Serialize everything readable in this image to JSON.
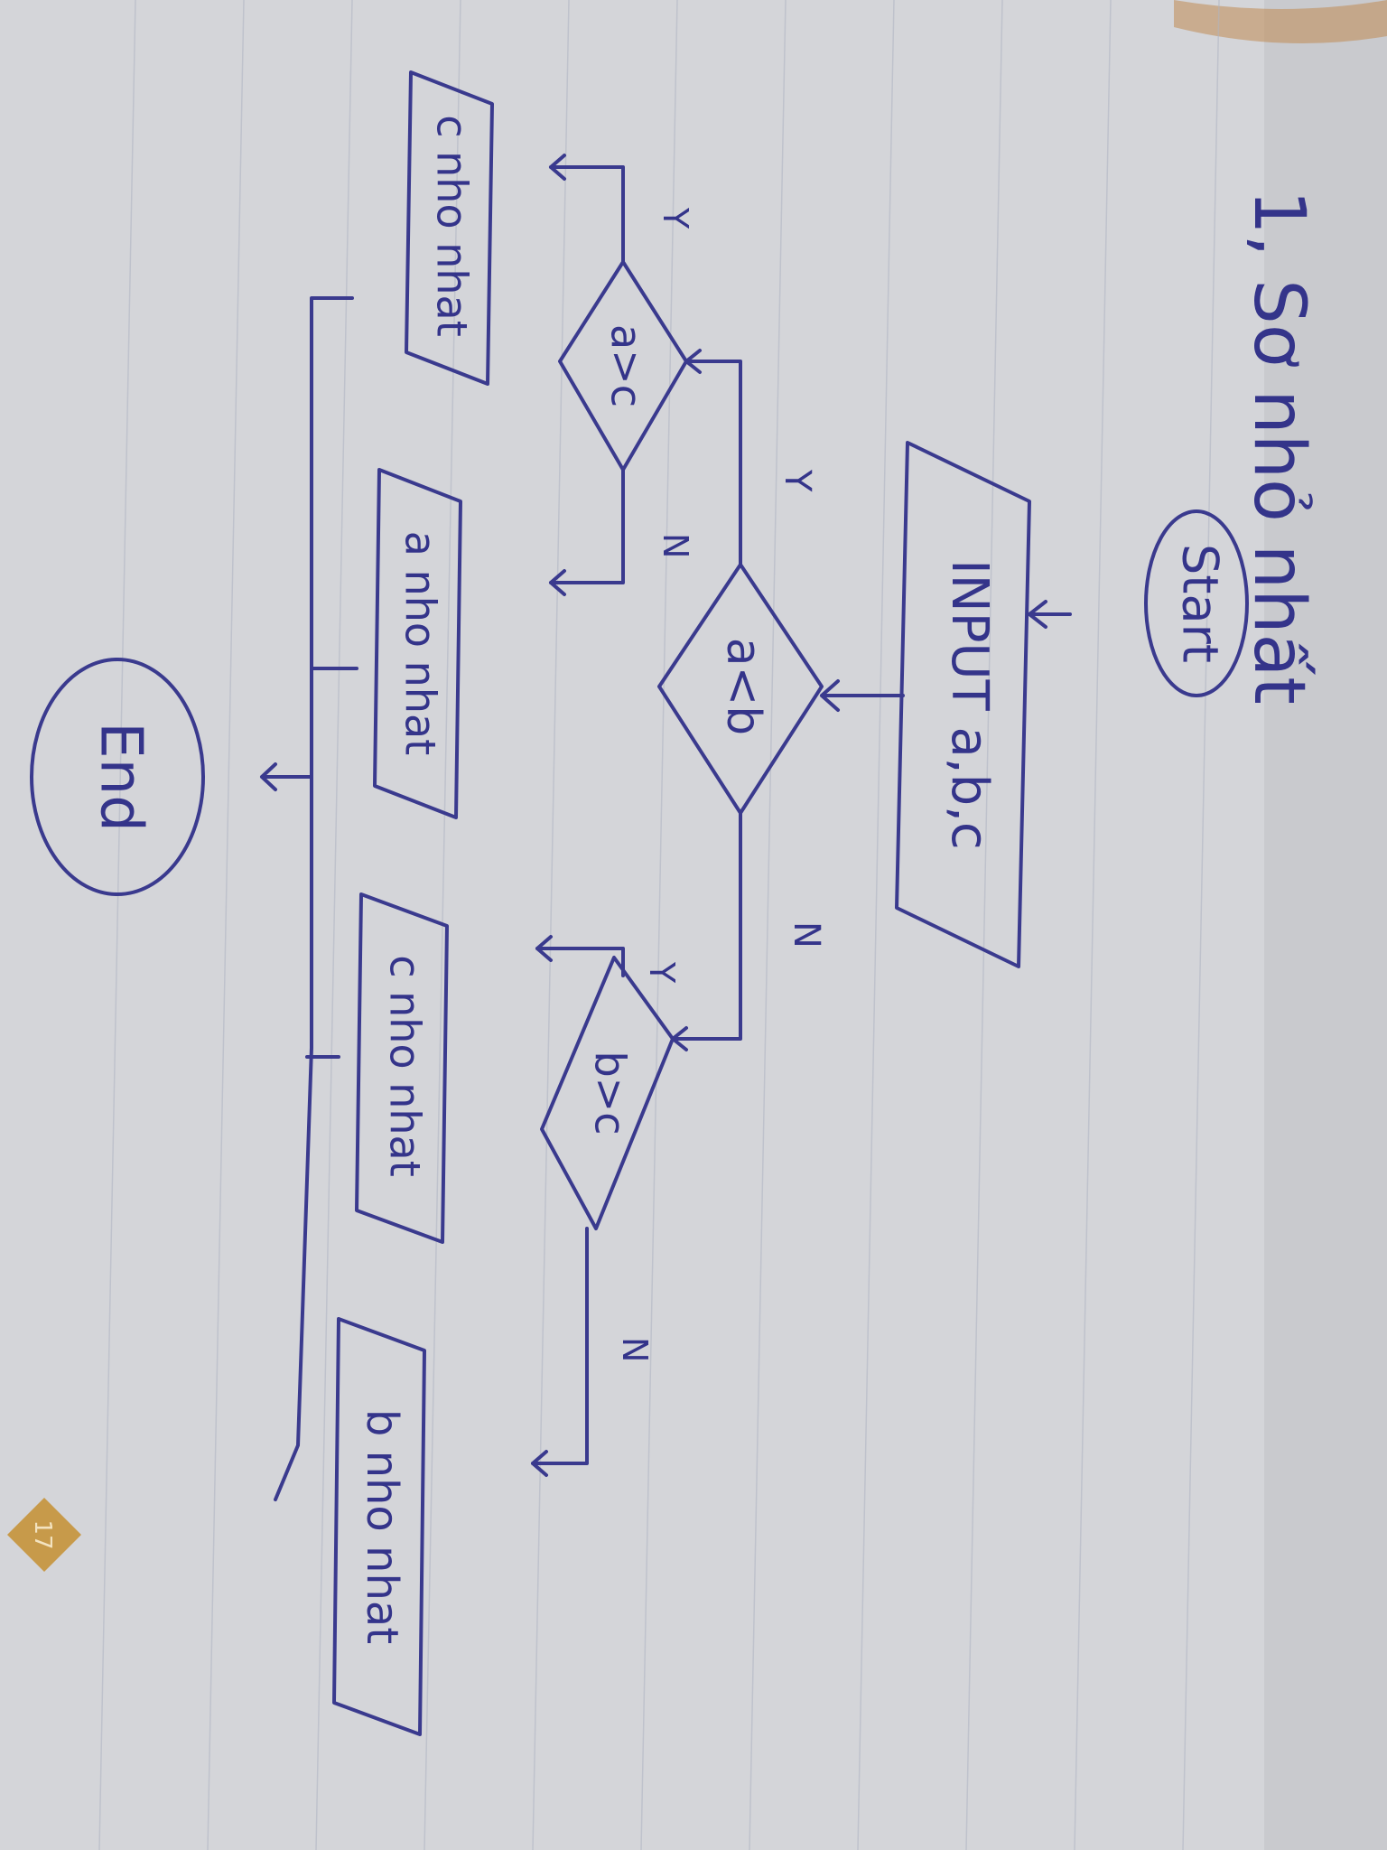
{
  "page": {
    "heading": "1, Sơ nhỏ nhất",
    "page_badge": "17",
    "background_color": "#d6d7da",
    "ink_color": "#3a3a8e",
    "badge_color": "#c79a4a"
  },
  "flowchart": {
    "start": "Start",
    "input": "INPUT a,b,c",
    "decision_1": "a<b",
    "decision_2": "a>c",
    "decision_3": "b>c",
    "result_c_left": "c nho nhat",
    "result_a": "a nho nhat",
    "result_c": "c nho nhat",
    "result_b": "b nho nhat",
    "end": "End",
    "yes": "Y",
    "no": "N"
  }
}
